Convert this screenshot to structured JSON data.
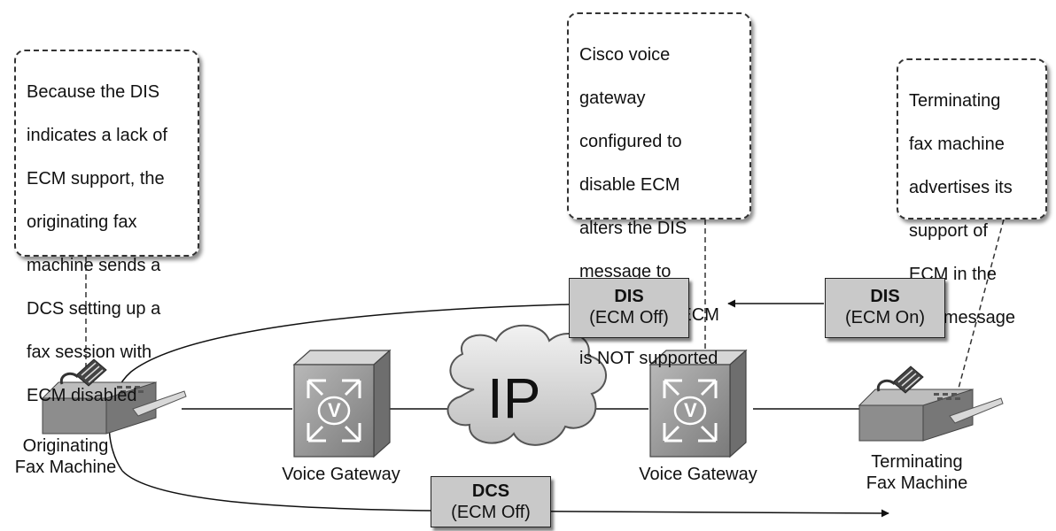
{
  "callouts": {
    "originating": [
      "Because the DIS",
      "indicates a lack of",
      "ECM support, the",
      "originating fax",
      "machine sends a",
      "DCS setting up a",
      "fax session with",
      "ECM disabled"
    ],
    "gateway": [
      "Cisco voice",
      "gateway",
      "configured to",
      "disable ECM",
      "alters the DIS",
      "message to",
      "indicate that ECM",
      "is NOT supported"
    ],
    "terminating": [
      "Terminating",
      "fax machine",
      "advertises its",
      "support of",
      "ECM in the",
      "DIS message"
    ]
  },
  "messages": {
    "dis_off": {
      "title": "DIS",
      "sub": "(ECM Off)"
    },
    "dis_on": {
      "title": "DIS",
      "sub": "(ECM On)"
    },
    "dcs_off": {
      "title": "DCS",
      "sub": "(ECM Off)"
    }
  },
  "devices": {
    "originating_fax": [
      "Originating",
      "Fax Machine"
    ],
    "gateway_left": "Voice Gateway",
    "gateway_right": "Voice Gateway",
    "terminating_fax": [
      "Terminating",
      "Fax Machine"
    ],
    "cloud": "IP",
    "gateway_glyph": "V"
  }
}
